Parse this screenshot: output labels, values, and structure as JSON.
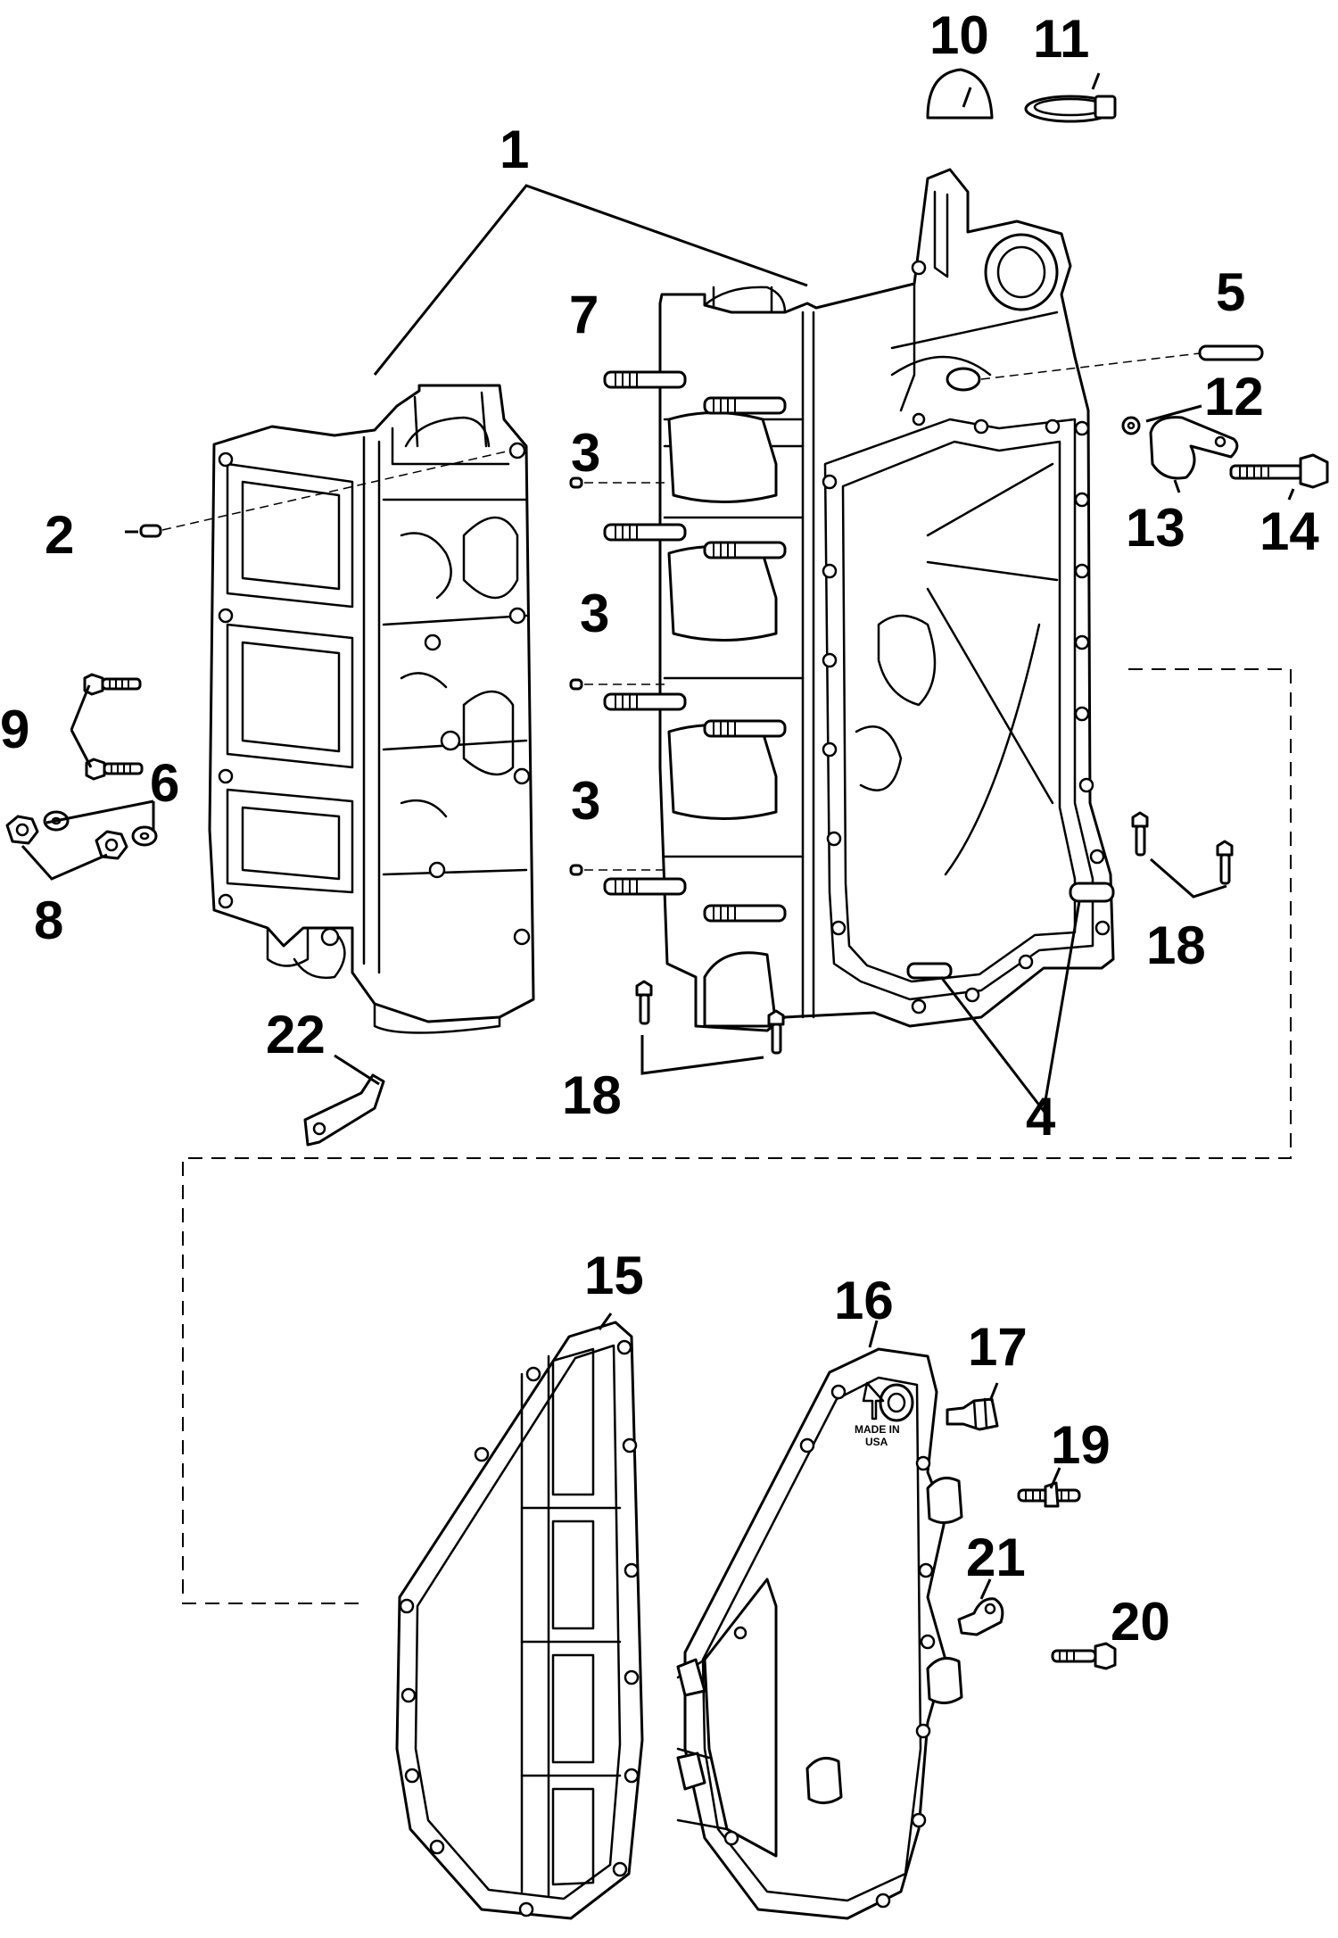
{
  "diagram": {
    "callouts": {
      "c1": "1",
      "c2": "2",
      "c3a": "3",
      "c3b": "3",
      "c3c": "3",
      "c4": "4",
      "c5": "5",
      "c6": "6",
      "c7": "7",
      "c8": "8",
      "c9": "9",
      "c10": "10",
      "c11": "11",
      "c12": "12",
      "c13": "13",
      "c14": "14",
      "c15": "15",
      "c16": "16",
      "c17": "17",
      "c18a": "18",
      "c18b": "18",
      "c19": "19",
      "c20": "20",
      "c21": "21",
      "c22": "22"
    },
    "cover_stamp": {
      "line1": "MADE IN",
      "line2": "USA"
    }
  }
}
